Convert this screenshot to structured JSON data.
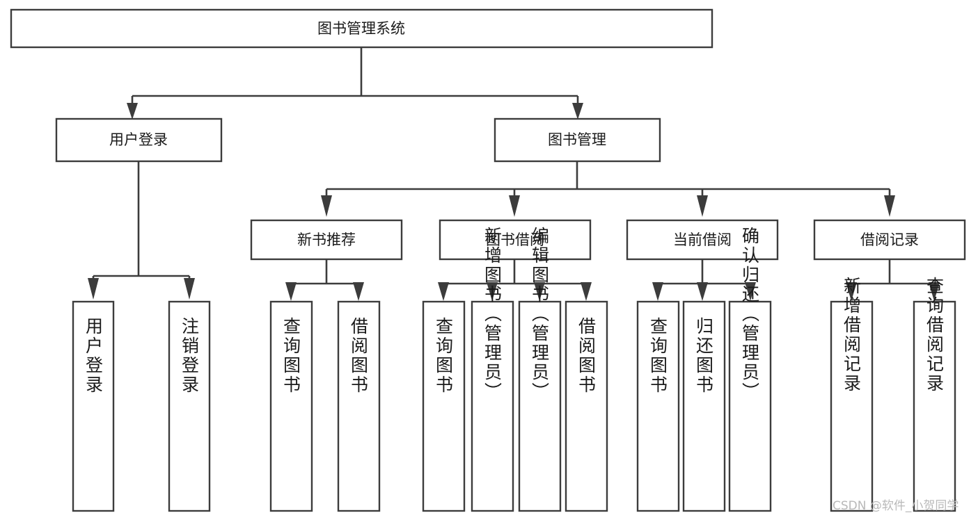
{
  "diagram": {
    "title": "图书管理系统",
    "type": "hierarchy-tree",
    "orientation": "top-down",
    "colors": {
      "background": "#ffffff",
      "box_stroke": "#3c3c3c",
      "box_fill": "#ffffff",
      "connector": "#3c3c3c",
      "text": "#1a1a1a",
      "watermark": "#b9b9b9"
    },
    "root": {
      "label": "图书管理系统"
    },
    "level2": [
      {
        "label": "用户登录"
      },
      {
        "label": "图书管理"
      }
    ],
    "level3": [
      {
        "label": "新书推荐"
      },
      {
        "label": "图书借阅"
      },
      {
        "label": "当前借阅"
      },
      {
        "label": "借阅记录"
      }
    ],
    "leaves": {
      "user_login": [
        {
          "label": "用户登录"
        },
        {
          "label": "注销登录"
        }
      ],
      "new_book_recommend": [
        {
          "label": "查询图书"
        },
        {
          "label": "借阅图书"
        }
      ],
      "book_borrow": [
        {
          "label": "查询图书"
        },
        {
          "label": "新增图书（管理员）"
        },
        {
          "label": "编辑图书（管理员）"
        },
        {
          "label": "借阅图书"
        }
      ],
      "current_borrow": [
        {
          "label": "查询图书"
        },
        {
          "label": "归还图书"
        },
        {
          "label": "确认归还（管理员）"
        }
      ],
      "borrow_record": [
        {
          "label": "新增借阅记录"
        },
        {
          "label": "查询借阅记录"
        }
      ]
    },
    "watermark": "CSDN @软件_小贺同学"
  }
}
